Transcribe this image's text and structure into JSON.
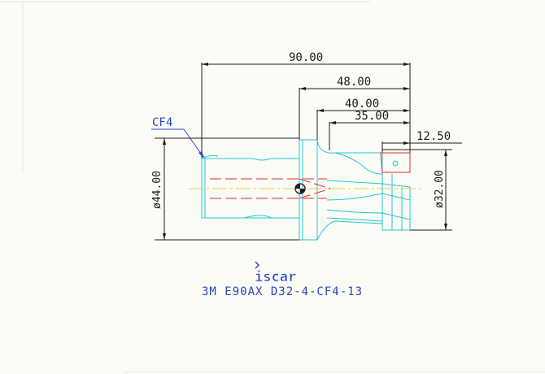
{
  "dimensions": {
    "overall_length": "90.00",
    "length_48": "48.00",
    "length_40": "40.00",
    "length_35": "35.00",
    "insert_length": "12.50",
    "shank_diameter": "ø44.00",
    "cutting_diameter": "ø32.00"
  },
  "callout": {
    "label": "CF4"
  },
  "logo": {
    "text": "iscar"
  },
  "part_number": "3M E90AX D32-4-CF4-13",
  "colors": {
    "background": "#fafcf5",
    "dimension_lines": "#1b1b1b",
    "tool_outline": "#21c8d8",
    "hidden_lines": "#e0302c",
    "centerline": "#e8d24a",
    "callout": "#2a44c8"
  }
}
